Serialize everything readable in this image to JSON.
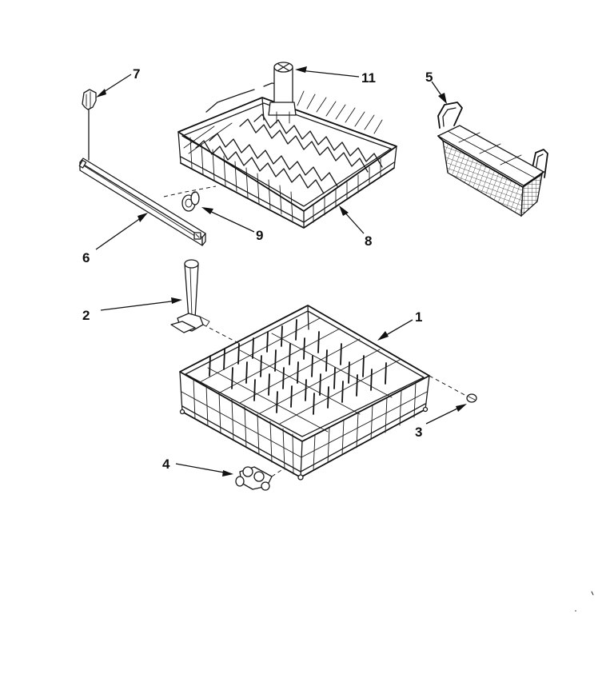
{
  "callouts": {
    "c1": "1",
    "c2": "2",
    "c3": "3",
    "c4": "4",
    "c5": "5",
    "c6": "6",
    "c7": "7",
    "c8": "8",
    "c9": "9",
    "c11": "11"
  },
  "colors": {
    "ink": "#111111",
    "background": "#ffffff"
  }
}
